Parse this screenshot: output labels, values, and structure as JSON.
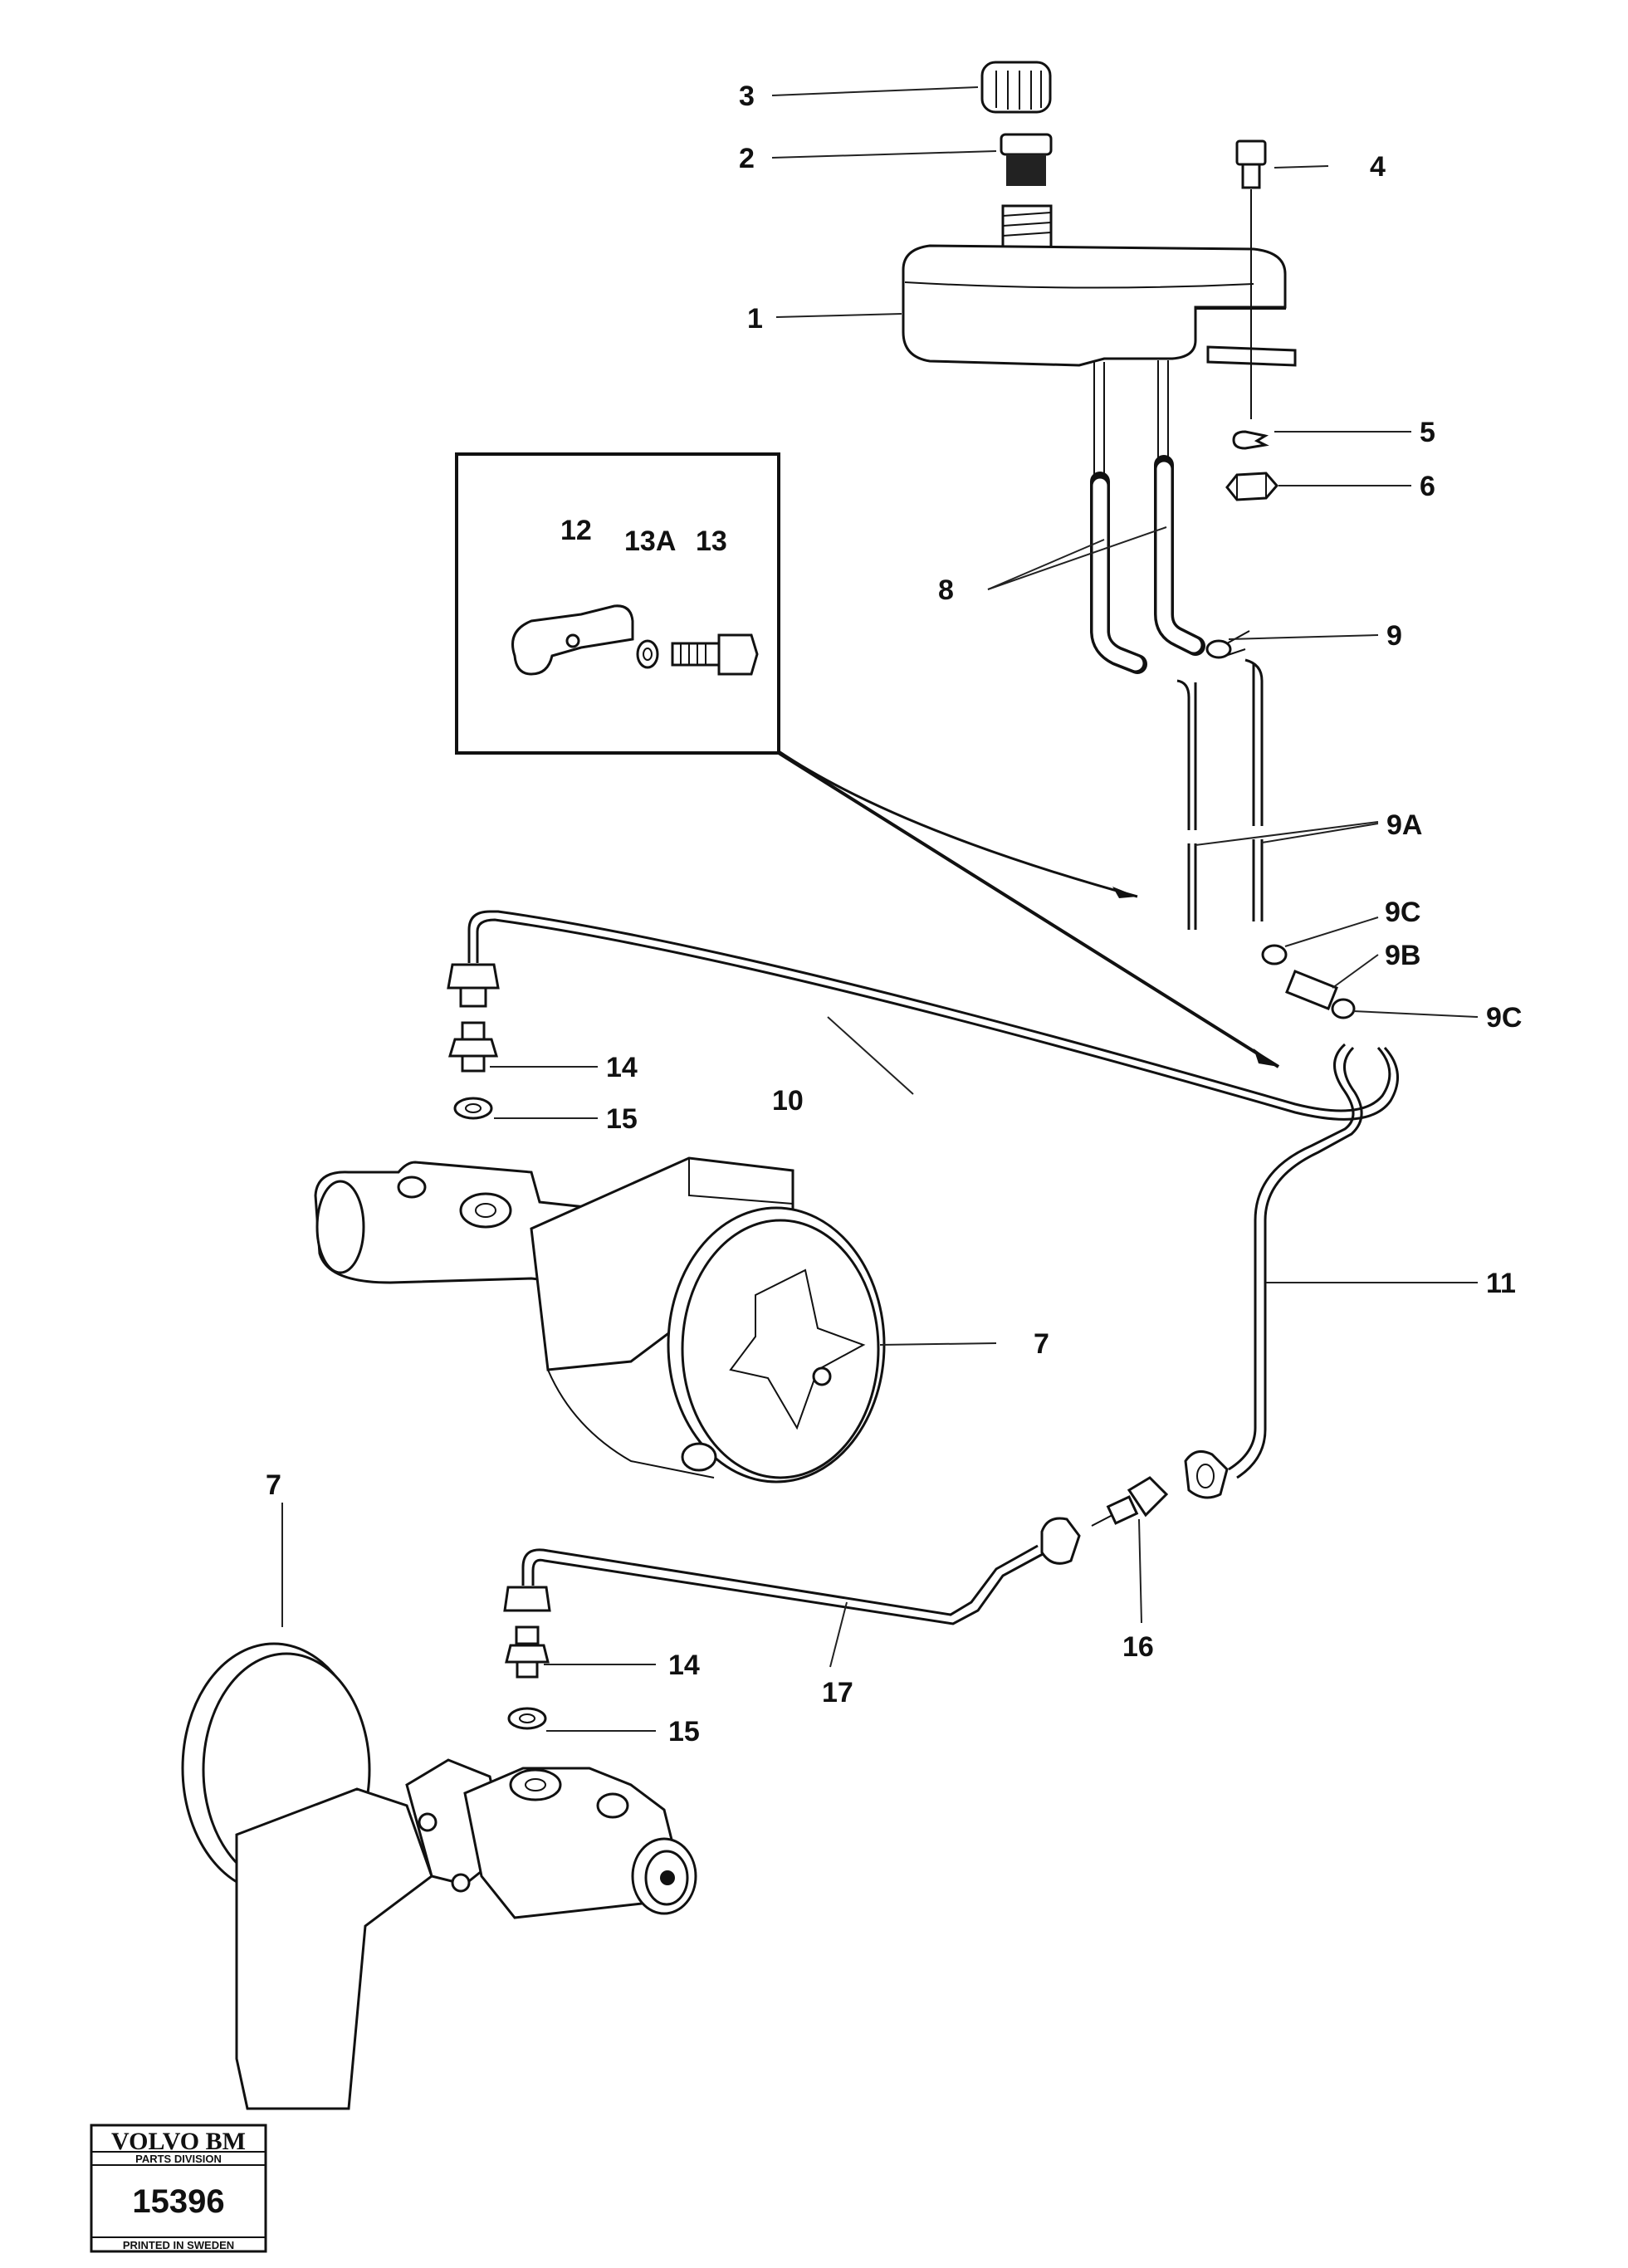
{
  "callouts": {
    "c1": "1",
    "c2": "2",
    "c3": "3",
    "c4": "4",
    "c5": "5",
    "c6": "6",
    "c7a": "7",
    "c7b": "7",
    "c8": "8",
    "c9": "9",
    "c9a": "9A",
    "c9b": "9B",
    "c9c_top": "9C",
    "c9c_bottom": "9C",
    "c10": "10",
    "c11": "11",
    "c12": "12",
    "c13a": "13A",
    "c13": "13",
    "c14a": "14",
    "c14b": "14",
    "c15a": "15",
    "c15b": "15",
    "c16": "16",
    "c17": "17"
  },
  "stamp": {
    "brand": "VOLVO BM",
    "division": "PARTS DIVISION",
    "number": "15396",
    "printed": "PRINTED IN SWEDEN"
  },
  "colors": {
    "ink": "#111111",
    "paper": "#ffffff"
  }
}
